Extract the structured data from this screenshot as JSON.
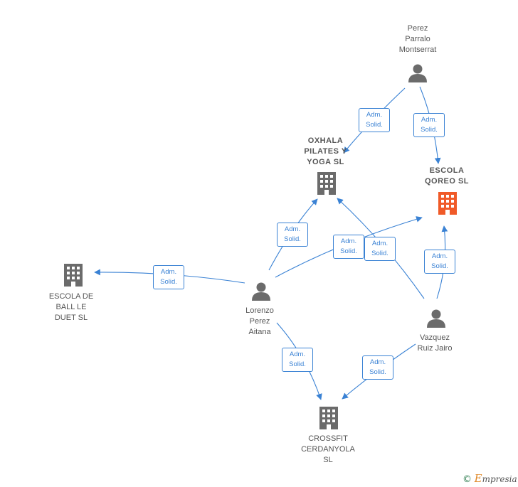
{
  "nodes": {
    "perez_parralo": {
      "label": "Perez\nParralo\nMontserrat",
      "type": "person"
    },
    "oxhala": {
      "label": "OXHALA\nPILATES Y\nYOGA  SL",
      "type": "company"
    },
    "escola_qoreo": {
      "label": "ESCOLA\nQOREO  SL",
      "type": "company",
      "highlight": true
    },
    "escola_ball": {
      "label": "ESCOLA DE\nBALL LE\nDUET SL",
      "type": "company"
    },
    "lorenzo": {
      "label": "Lorenzo\nPerez\nAitana",
      "type": "person"
    },
    "vazquez": {
      "label": "Vazquez\nRuiz Jairo",
      "type": "person"
    },
    "crossfit": {
      "label": "CROSSFIT\nCERDANYOLA\nSL",
      "type": "company"
    }
  },
  "edge_label": "Adm.\nSolid.",
  "colors": {
    "edge": "#3a82d4",
    "icon": "#6b6b6b",
    "highlight": "#f05a28"
  },
  "footer": {
    "copyright_symbol": "©",
    "brand_first": "E",
    "brand_rest": "mpresia"
  }
}
